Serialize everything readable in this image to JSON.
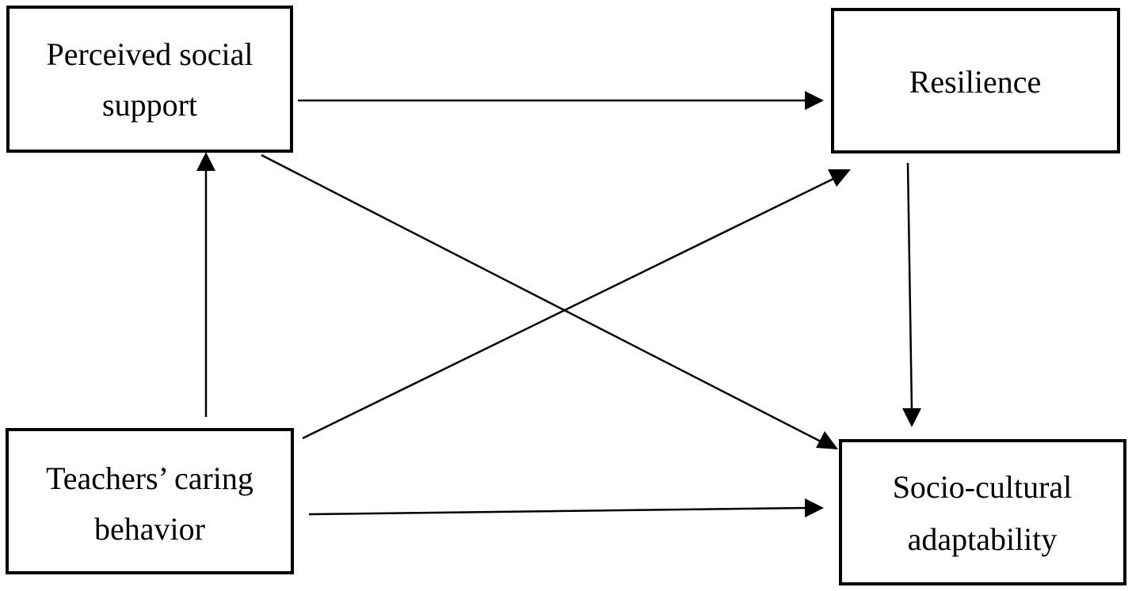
{
  "nodes": {
    "perceived_social_support": {
      "lines": [
        "Perceived social",
        "support"
      ]
    },
    "resilience": {
      "lines": [
        "Resilience"
      ]
    },
    "teachers_caring_behavior": {
      "lines": [
        "Teachers’ caring",
        "behavior"
      ]
    },
    "socio_cultural_adaptability": {
      "lines": [
        "Socio-cultural",
        "adaptability"
      ]
    }
  },
  "edges": [
    {
      "from": "perceived_social_support",
      "to": "resilience"
    },
    {
      "from": "teachers_caring_behavior",
      "to": "perceived_social_support"
    },
    {
      "from": "perceived_social_support",
      "to": "socio_cultural_adaptability"
    },
    {
      "from": "teachers_caring_behavior",
      "to": "resilience"
    },
    {
      "from": "resilience",
      "to": "socio_cultural_adaptability"
    },
    {
      "from": "teachers_caring_behavior",
      "to": "socio_cultural_adaptability"
    }
  ],
  "colors": {
    "stroke": "#000000",
    "background": "#ffffff"
  }
}
